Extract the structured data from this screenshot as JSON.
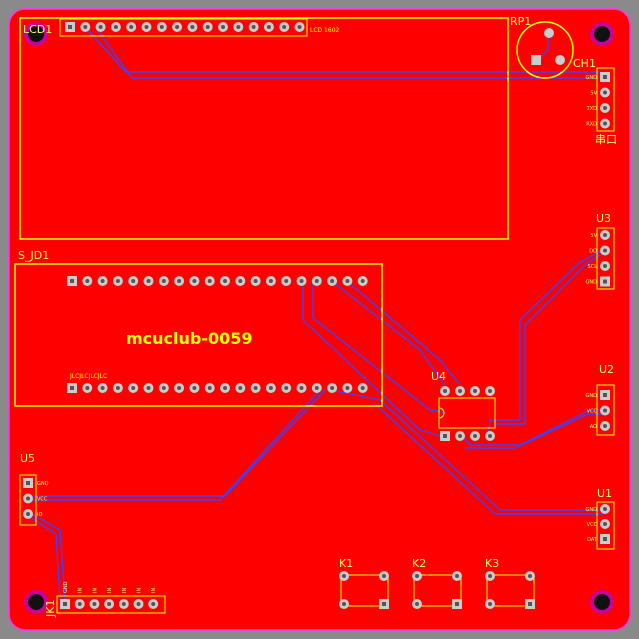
{
  "board": {
    "background_color": "#8a8a8a",
    "copper_color": "#ff0000",
    "silkscreen_color": "#ffff00",
    "trace_color": "#4040ff",
    "center_text": "mcuclub-0059",
    "jlc_text": "JLCJLCJLCJLC"
  },
  "components": {
    "lcd": {
      "ref": "LCD1",
      "name": "LCD 1602"
    },
    "rp": {
      "ref": "RP1"
    },
    "ch": {
      "ref": "CH1",
      "sub": "串口",
      "pins": [
        "GND",
        "5V",
        "TXD",
        "RXD"
      ]
    },
    "sjd": {
      "ref": "S_JD1"
    },
    "u3": {
      "ref": "U3",
      "pins": [
        "5V",
        "DO",
        "SCL",
        "GND"
      ]
    },
    "u4": {
      "ref": "U4"
    },
    "u2": {
      "ref": "U2",
      "pins": [
        "GND",
        "VCC",
        "AO"
      ]
    },
    "u1": {
      "ref": "U1",
      "pins": [
        "GND",
        "VCC",
        "DAT"
      ]
    },
    "u5": {
      "ref": "U5",
      "pins": [
        "GND",
        "VCC",
        "IO"
      ]
    },
    "jk": {
      "ref": "JK1",
      "pins": [
        "GND",
        "IN",
        "IN",
        "IN",
        "IN",
        "IN",
        "IN"
      ]
    },
    "keys": [
      "K1",
      "K2",
      "K3"
    ]
  }
}
